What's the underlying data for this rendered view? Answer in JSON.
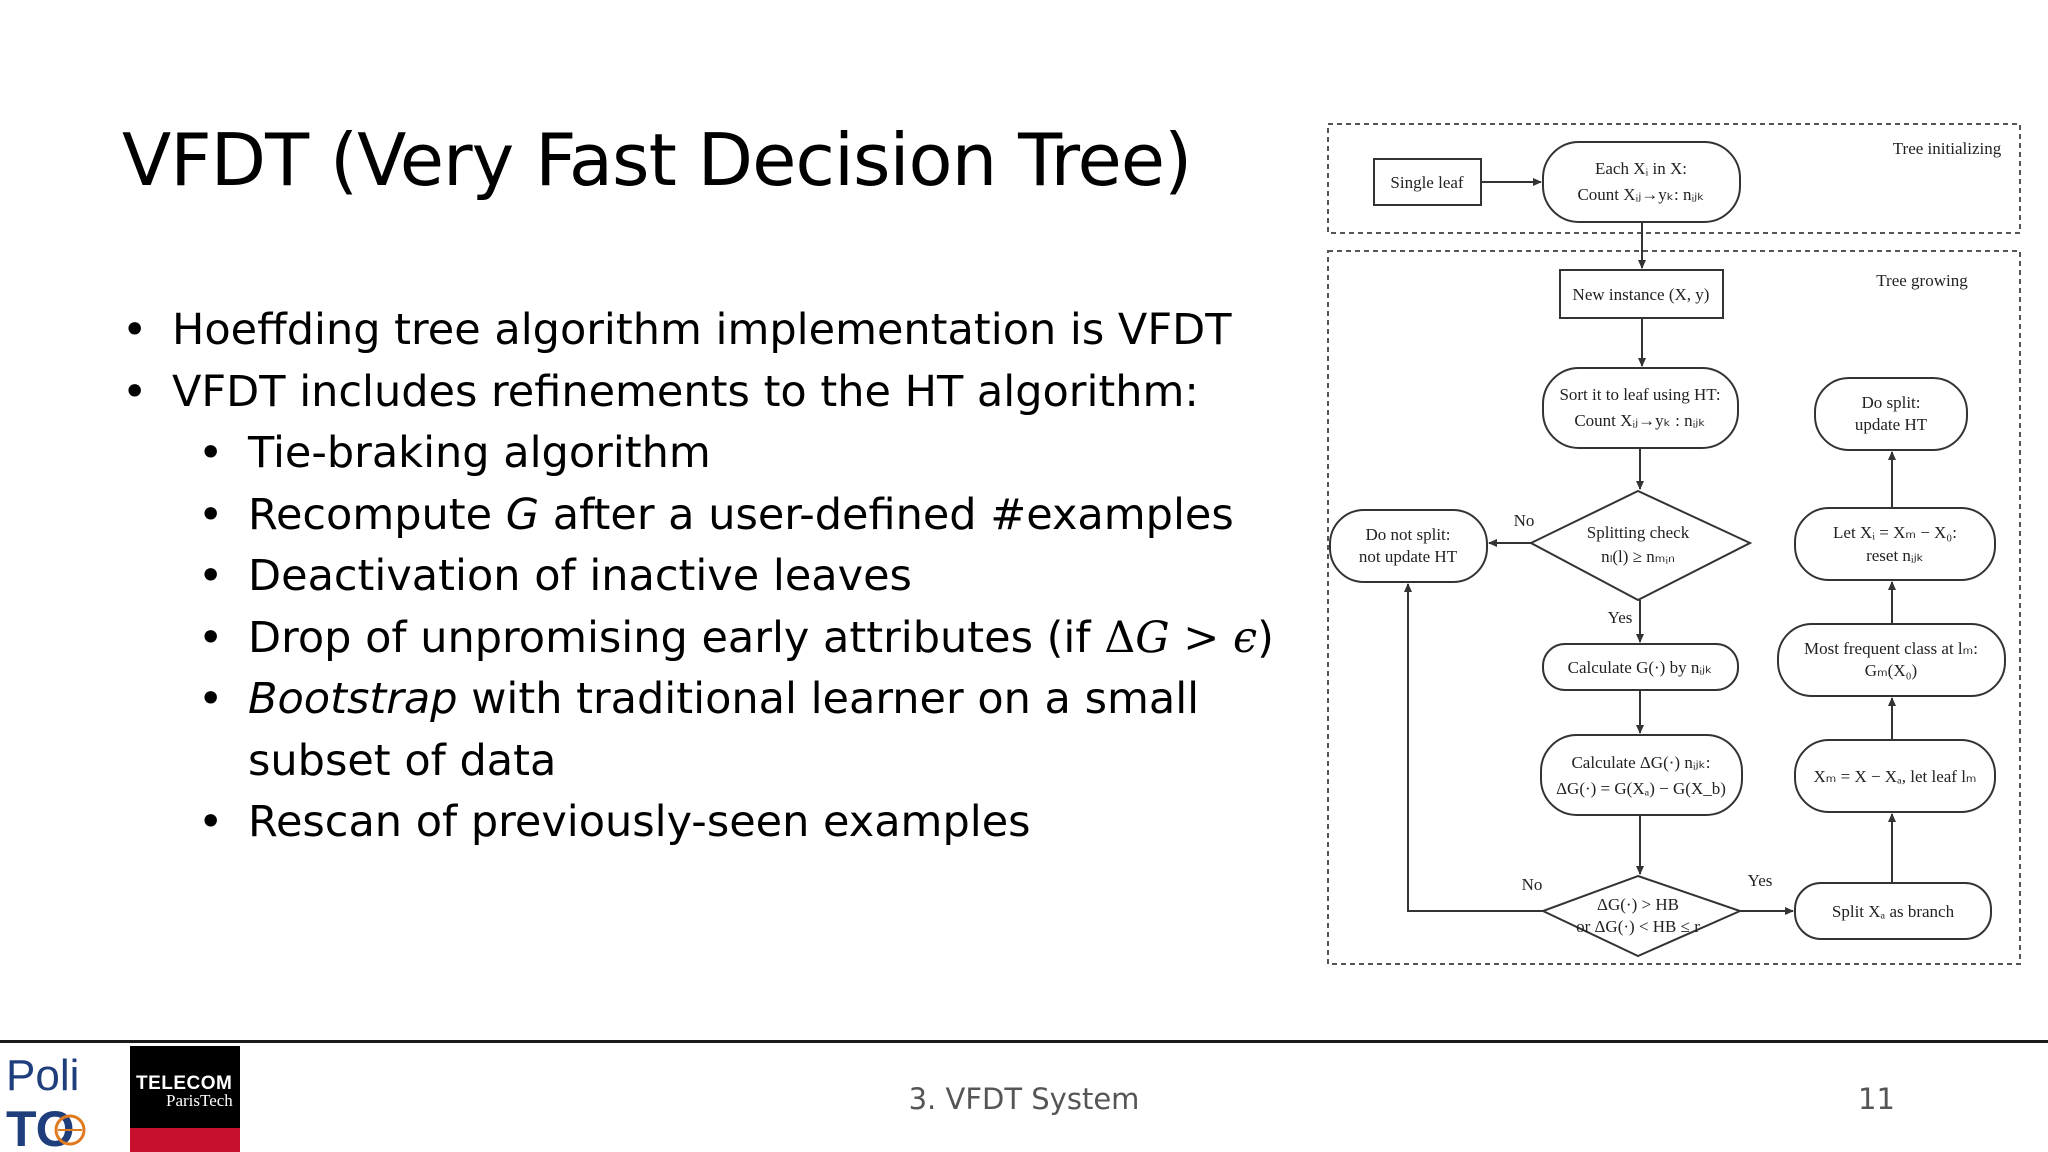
{
  "slide": {
    "title": "VFDT (Very Fast Decision Tree)",
    "bullets": [
      {
        "text": "Hoeffding tree algorithm implementation is VFDT"
      },
      {
        "text": "VFDT includes refinements to the HT algorithm:"
      }
    ],
    "sub_bullets": [
      {
        "text": "Tie-braking algorithm"
      },
      {
        "pre": "Recompute ",
        "em": "G",
        "post": " after a user-defined #examples"
      },
      {
        "text": "Deactivation of inactive leaves"
      },
      {
        "pre": "Drop of unpromising early attributes (if ",
        "math_delta": "Δ",
        "math_g": "G",
        "math_gt": " > ",
        "math_eps": "ϵ",
        "post": ")"
      },
      {
        "em": "Bootstrap",
        "post": " with traditional learner on a small",
        "line2": "subset of data"
      },
      {
        "text": "Rescan of previously-seen examples"
      }
    ]
  },
  "flowchart": {
    "labels": {
      "tree_initializing": "Tree initializing",
      "tree_growing": "Tree growing",
      "single_leaf": "Single leaf",
      "each_xi_1": "Each Xᵢ in X:",
      "each_xi_2": "Count Xᵢⱼ→yₖ: nᵢⱼₖ",
      "new_instance": "New instance (X, y)",
      "sort_leaf_1": "Sort it to leaf using HT:",
      "sort_leaf_2": "Count Xᵢⱼ→yₖ : nᵢⱼₖ",
      "splitting_check_1": "Splitting check",
      "splitting_check_2": "nₗ(l) ≥ nₘᵢₙ",
      "do_not_split_1": "Do not split:",
      "do_not_split_2": "not update HT",
      "calc_g": "Calculate G(·) by nᵢⱼₖ",
      "calc_dg_1": "Calculate ΔG(·) nᵢⱼₖ:",
      "calc_dg_2": "ΔG(·) = G(Xₐ) − G(X_b)",
      "hb_check_1": "ΔG(·) > HB",
      "hb_check_2": "or ΔG(·) < HB ≤ r",
      "split_branch": "Split Xₐ as branch",
      "xm_leaf": "Xₘ = X − Xₐ, let leaf lₘ",
      "most_frequent_1": "Most frequent class at lₘ:",
      "most_frequent_2": "Gₘ(X₀)",
      "let_xi_1": "Let Xᵢ = Xₘ − X₀:",
      "let_xi_2": "reset nᵢⱼₖ",
      "do_split_1": "Do split:",
      "do_split_2": "update HT",
      "no_1": "No",
      "yes_1": "Yes",
      "no_2": "No",
      "yes_2": "Yes"
    }
  },
  "footer": {
    "section": "3. VFDT System",
    "page": "11",
    "logo_poli_top": "Poli",
    "logo_poli_bottom": "TO",
    "logo_telecom_1": "TELECOM",
    "logo_telecom_2": "ParisTech"
  }
}
